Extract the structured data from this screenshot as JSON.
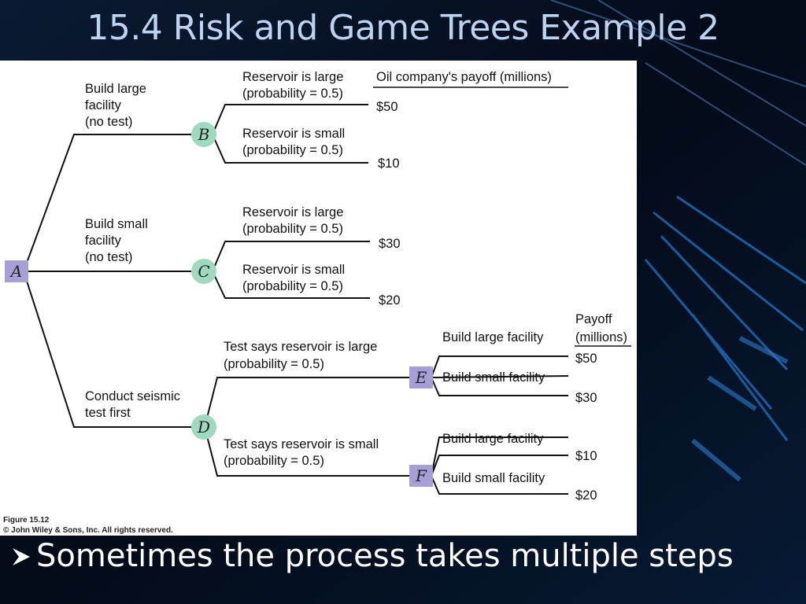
{
  "slide": {
    "title": "15.4 Risk and Game Trees Example 2",
    "bullet": "Sometimes the process takes multiple steps"
  },
  "figure": {
    "caption": "Figure 15.12",
    "copyright": "© John Wiley & Sons, Inc. All rights reserved.",
    "payoff_header_top": "Oil company's payoff (millions)",
    "payoff_header_right_1": "Payoff",
    "payoff_header_right_2": "(millions)",
    "nodes": {
      "A": "A",
      "B": "B",
      "C": "C",
      "D": "D",
      "E": "E",
      "F": "F"
    },
    "branches": {
      "large_no_test": [
        "Build large",
        "facility",
        "(no test)"
      ],
      "small_no_test": [
        "Build small",
        "facility",
        "(no test)"
      ],
      "seismic": [
        "Conduct seismic",
        "test first"
      ],
      "b_large": [
        "Reservoir is large",
        "(probability = 0.5)"
      ],
      "b_small": [
        "Reservoir is small",
        "(probability = 0.5)"
      ],
      "c_large": [
        "Reservoir is large",
        "(probability = 0.5)"
      ],
      "c_small": [
        "Reservoir is small",
        "(probability = 0.5)"
      ],
      "d_large": [
        "Test says reservoir is large",
        "(probability = 0.5)"
      ],
      "d_small": [
        "Test says reservoir is small",
        "(probability = 0.5)"
      ],
      "e_large": "Build large facility",
      "e_small": "Build small facility",
      "f_large": "Build large facility",
      "f_small": "Build small facility"
    },
    "payoffs": {
      "b_large": "$50",
      "b_small": "$10",
      "c_large": "$30",
      "c_small": "$20",
      "e_large": "$50",
      "e_small": "$30",
      "f_large": "$10",
      "f_small": "$20"
    },
    "colors": {
      "decision_node": "#a79fd8",
      "chance_node": "#9fd9c0",
      "line": "#111111"
    }
  }
}
